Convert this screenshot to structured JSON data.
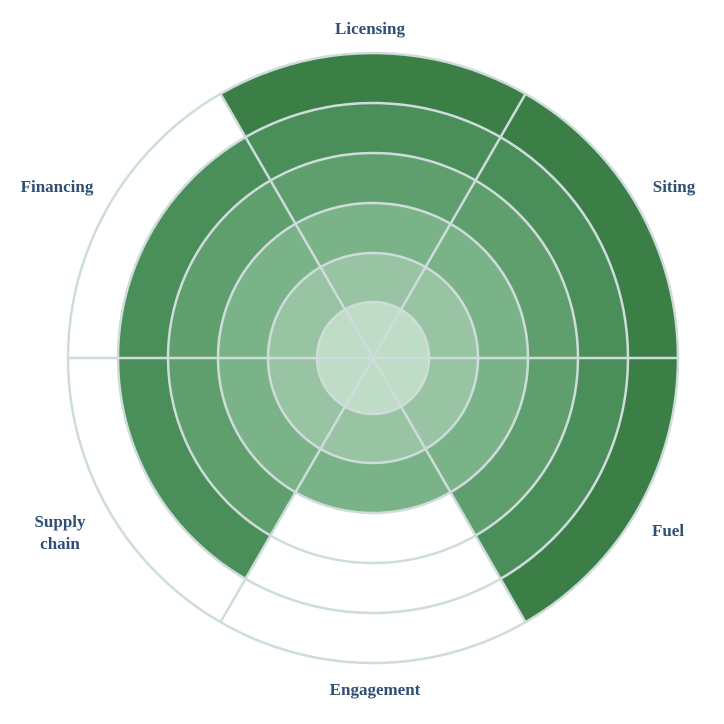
{
  "chart_data": {
    "type": "radial-segment",
    "max_level": 6,
    "categories": [
      {
        "label_lines": [
          "Licensing"
        ],
        "value": 6
      },
      {
        "label_lines": [
          "Siting"
        ],
        "value": 6
      },
      {
        "label_lines": [
          "Fuel"
        ],
        "value": 6
      },
      {
        "label_lines": [
          "Engagement"
        ],
        "value": 3
      },
      {
        "label_lines": [
          "Supply",
          "chain"
        ],
        "value": 5
      },
      {
        "label_lines": [
          "Financing"
        ],
        "value": 5
      }
    ],
    "level_colors": [
      "#bfdcc6",
      "#98c4a3",
      "#7bb388",
      "#5f9f6d",
      "#4a8f59",
      "#3b7f47"
    ],
    "grid_color": "#cfdcdc",
    "label_color": "#2f4f75"
  }
}
